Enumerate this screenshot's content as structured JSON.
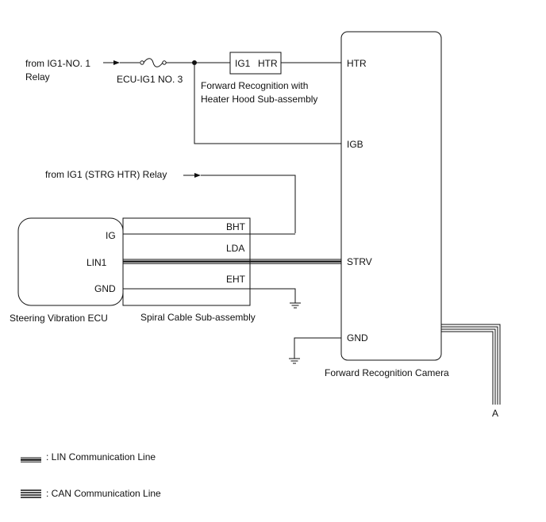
{
  "sources": {
    "ig1_no1_line1": "from IG1-NO. 1",
    "ig1_no1_line2": "Relay",
    "strg_htr": "from IG1 (STRG HTR) Relay"
  },
  "fuse": {
    "label": "ECU-IG1 NO. 3"
  },
  "heater_hood": {
    "terminal_ig1": "IG1",
    "terminal_htr": "HTR",
    "name_line1": "Forward Recognition with",
    "name_line2": "Heater Hood Sub-assembly"
  },
  "camera": {
    "name": "Forward Recognition Camera",
    "terminals": {
      "htr": "HTR",
      "igb": "IGB",
      "strv": "STRV",
      "gnd": "GND"
    }
  },
  "steering_ecu": {
    "name": "Steering Vibration ECU",
    "terminals": {
      "ig": "IG",
      "lin1": "LIN1",
      "gnd": "GND"
    }
  },
  "spiral_cable": {
    "name": "Spiral Cable Sub-assembly",
    "terminals": {
      "bht": "BHT",
      "lda": "LDA",
      "eht": "EHT"
    }
  },
  "connector": {
    "label": "A"
  },
  "legend": {
    "lin": ": LIN Communication Line",
    "can": ": CAN Communication Line"
  }
}
